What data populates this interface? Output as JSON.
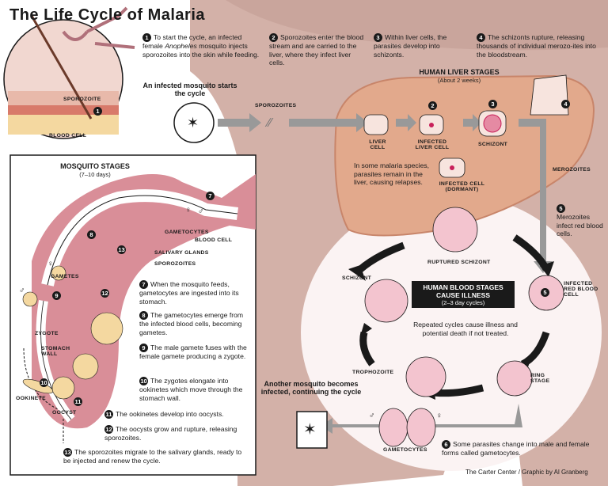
{
  "title": "The Life Cycle of Malaria",
  "steps_top": [
    {
      "n": "1",
      "pre": "To start the cycle, an infected female ",
      "ital": "Anopheles",
      "post": " mosquito injects sporozoites into the skin while feeding."
    },
    {
      "n": "2",
      "text": "Sporozoites enter the blood stream and are carried to the liver, where they infect liver cells."
    },
    {
      "n": "3",
      "text": "Within liver cells, the parasites develop into schizonts."
    },
    {
      "n": "4",
      "text": "The schizonts rupture, releasing thousands of individual merozo-ites into the bloodstream."
    }
  ],
  "infected_mosquito_caption": "An infected mosquito starts the cycle",
  "inset_labels": {
    "sporozoite": "SPOROZOITE",
    "blood_cell": "BLOOD CELL",
    "num": "1"
  },
  "sporozoites_label": "SPOROZOITES",
  "liver": {
    "header": "HUMAN LIVER STAGES",
    "subheader": "(About 2 weeks)",
    "liver_cell": "LIVER CELL",
    "infected_liver_cell": "INFECTED LIVER CELL",
    "schizont": "SCHIZONT",
    "dormant": "INFECTED CELL (DORMANT)",
    "relapse_note": "In some malaria species, parasites remain in the liver, causing relapses.",
    "merozoites": "MEROZOITES",
    "n2": "2",
    "n3": "3",
    "n4": "4"
  },
  "step5": {
    "n": "5",
    "text": "Merozoites infect red blood cells."
  },
  "mosquito_stages": {
    "header": "MOSQUITO STAGES",
    "subheader": "(7–10 days)",
    "gametocytes": "GAMETOCYTES",
    "blood_cell": "BLOOD CELL",
    "salivary": "SALIVARY GLANDS",
    "sporozoites": "SPOROZOITES",
    "gametes": "GAMETES",
    "zygote": "ZYGOTE",
    "stomach_wall": "STOMACH WALL",
    "ookinete": "OOKINETE",
    "oocyst": "OOCYST",
    "male": "♂",
    "female": "♀",
    "nums": [
      "7",
      "8",
      "9",
      "10",
      "11",
      "12",
      "13"
    ]
  },
  "mosquito_steps": [
    {
      "n": "7",
      "text": "When the mosquito feeds, gametocytes are ingested into its stomach."
    },
    {
      "n": "8",
      "text": "The gametocytes emerge from the infected blood cells, becoming gametes."
    },
    {
      "n": "9",
      "text": "The male gamete fuses with the female gamete producing a zygote."
    },
    {
      "n": "10",
      "text": "The zygotes elongate into ookinetes which move through the stomach wall."
    },
    {
      "n": "11",
      "text": "The ookinetes develop into oocysts."
    },
    {
      "n": "12",
      "text": "The oocysts grow and rupture, releasing sporozoites."
    },
    {
      "n": "13",
      "text": "The sporozoites migrate to the salivary glands, ready to be injected and renew the cycle."
    }
  ],
  "blood": {
    "ruptured": "RUPTURED SCHIZONT",
    "schizont": "SCHIZONT",
    "infected_rbc": "INFECTED RED BLOOD CELL",
    "trophozoite": "TROPHOZOITE",
    "ring": "RING STAGE",
    "box_title": "HUMAN BLOOD STAGES CAUSE ILLNESS",
    "box_sub": "(2–3 day cycles)",
    "note": "Repeated cycles cause illness and potential death if not treated.",
    "gametocytes": "GAMETOCYTES",
    "n5": "5"
  },
  "step6": {
    "n": "6",
    "text": "Some parasites change into male and female forms called gametocytes."
  },
  "another_mosquito": "Another mosquito becomes infected, continuing the cycle",
  "credit": "The Carter Center / Graphic by Al Granberg",
  "colors": {
    "skin": "#c9a59c",
    "liver": "#e2a98c",
    "liver_dark": "#c8856a",
    "pink_cell": "#f3c4cf",
    "dot": "#c8205a",
    "arrow": "#999999",
    "dark": "#1a1a1a"
  }
}
